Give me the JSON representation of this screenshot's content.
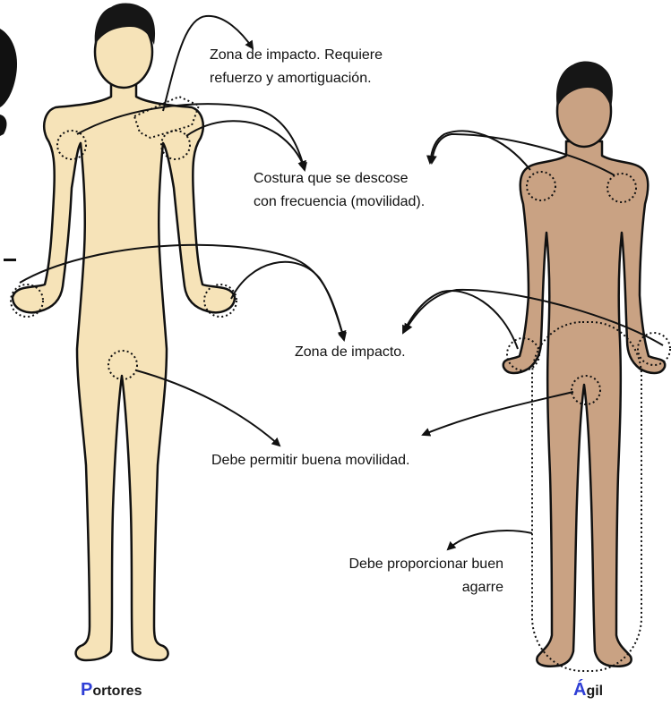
{
  "annotations": {
    "impact_reinforce": "Zona de impacto. Requiere refuerzo y amortiguación.",
    "impact_reinforce_line1": "Zona de impacto. Requiere",
    "impact_reinforce_line2": "refuerzo y amortiguación.",
    "seam_line1": "Costura que se descose",
    "seam_line2": "con frecuencia (movilidad).",
    "impact": "Zona de impacto.",
    "mobility": "Debe permitir buena movilidad.",
    "grip_line1": "Debe proporcionar buen",
    "grip_line2": "agarre"
  },
  "figures": {
    "left": {
      "caption_initial": "P",
      "caption_rest": "ortores",
      "fill": "#f6e3b8",
      "hair": "#161616"
    },
    "right": {
      "caption_initial": "Á",
      "caption_rest": "gil",
      "fill": "#c9a283",
      "hair": "#161616"
    }
  },
  "colors": {
    "outline": "#111111",
    "caption_initial": "#2f3fd6",
    "dotted": "#111111"
  }
}
